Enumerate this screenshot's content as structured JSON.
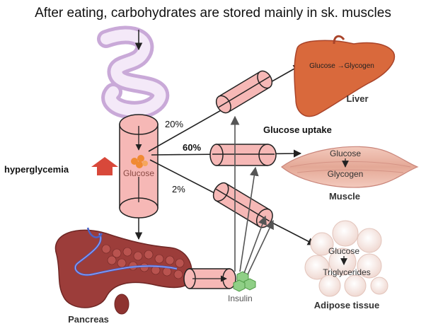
{
  "title": "After eating, carbohydrates are stored mainly in sk. muscles",
  "labels": {
    "hyperglycemia": "hyperglycemia",
    "glucose_blood": "Glucose",
    "pct_liver": "20%",
    "pct_muscle": "60%",
    "pct_adipose": "2%",
    "glucose_uptake": "Glucose uptake",
    "liver_reaction": "Glucose →Glycogen",
    "liver": "Liver",
    "muscle_glucose": "Glucose",
    "muscle_glycogen": "Glycogen",
    "muscle": "Muscle",
    "adipose_glucose": "Glucose",
    "adipose_triglycerides": "Triglycerides",
    "adipose": "Adipose tissue",
    "insulin": "Insulin",
    "pancreas": "Pancreas"
  },
  "colors": {
    "vessel_fill": "#f6b8b6",
    "vessel_stroke": "#222222",
    "liver": "#d9693c",
    "muscle": "#e9b5a8",
    "pancreas": "#9c3d3a",
    "insulin": "#8fcf86",
    "up_arrow": "#d8483a",
    "glucose_dots": "#f08a33"
  }
}
